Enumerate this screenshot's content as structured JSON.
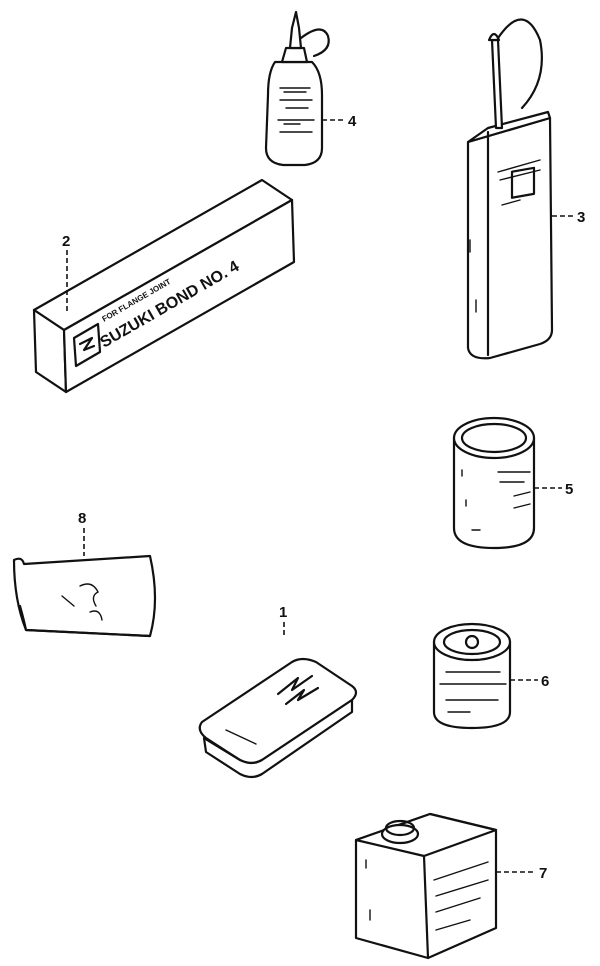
{
  "callouts": {
    "n1": "1",
    "n2": "2",
    "n3": "3",
    "n4": "4",
    "n5": "5",
    "n6": "6",
    "n7": "7",
    "n8": "8"
  },
  "labels": {
    "bond_box": "SUZUKI BOND NO. 4",
    "bond_box_small": "FOR FLANGE JOINT"
  },
  "colors": {
    "ink": "#111111",
    "paper": "#ffffff"
  }
}
